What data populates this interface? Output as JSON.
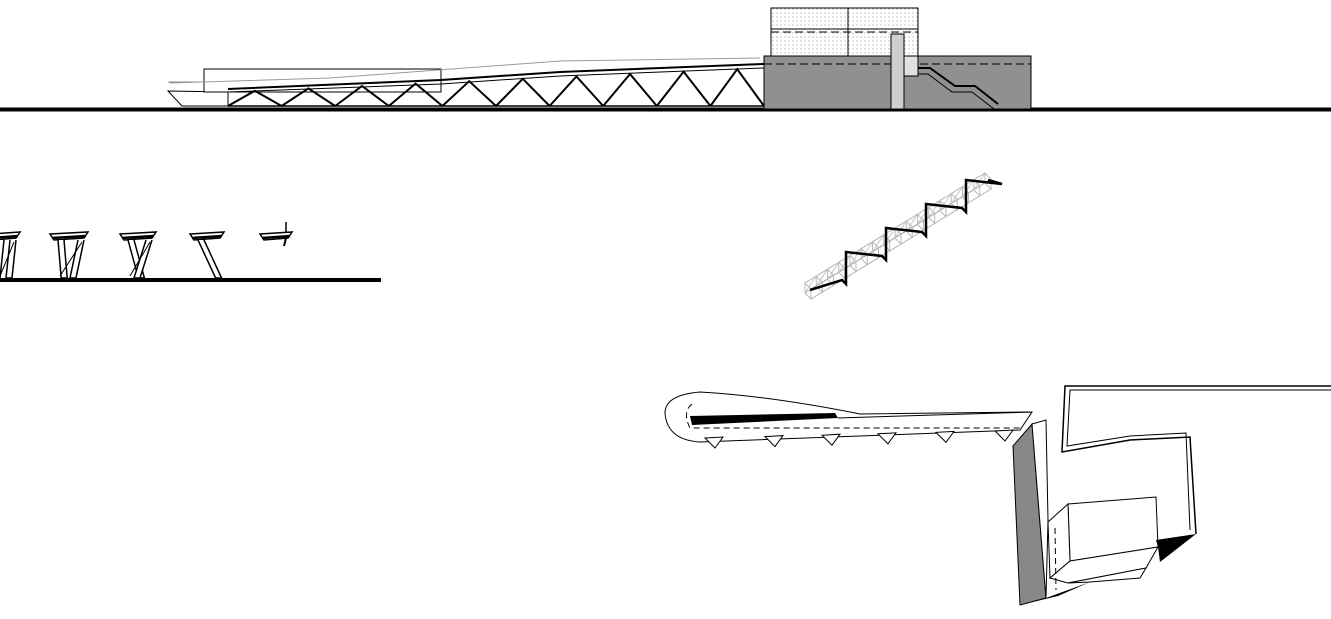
{
  "drawing": {
    "views": [
      {
        "name": "elevation",
        "bridge_truss_bays": 10,
        "stair_flights": 3
      },
      {
        "name": "cross-sections",
        "section_count": 5
      },
      {
        "name": "truss-axonometric",
        "zigzag_segments": 8
      },
      {
        "name": "site-axonometric"
      }
    ],
    "colors": {
      "ink": "#000000",
      "mass_grey": "#909090",
      "light_grey": "#cfcfcf",
      "paper": "#ffffff"
    }
  }
}
